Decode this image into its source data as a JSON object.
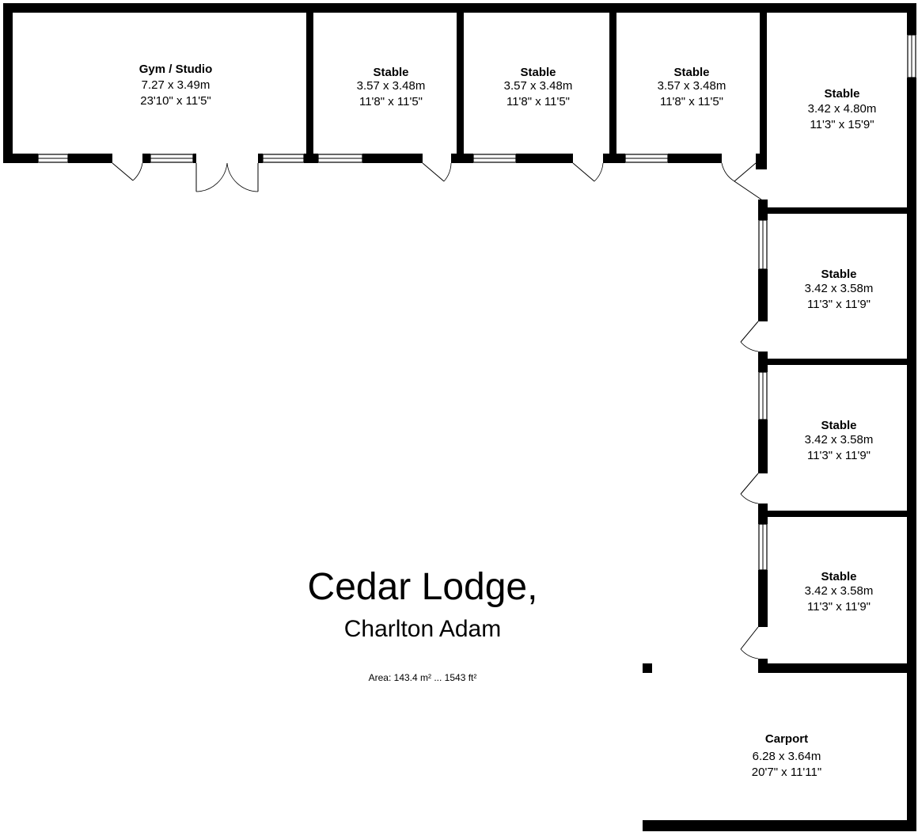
{
  "property": {
    "name": "Cedar Lodge,",
    "location": "Charlton Adam",
    "area": "Area: 143.4 m² ... 1543 ft²"
  },
  "rooms": [
    {
      "name": "Gym / Studio",
      "metric": "7.27 x 3.49m",
      "imperial": "23'10\" x 11'5\""
    },
    {
      "name": "Stable",
      "metric": "3.57 x 3.48m",
      "imperial": "11'8\" x 11'5\""
    },
    {
      "name": "Stable",
      "metric": "3.57 x 3.48m",
      "imperial": "11'8\" x 11'5\""
    },
    {
      "name": "Stable",
      "metric": "3.57 x 3.48m",
      "imperial": "11'8\" x 11'5\""
    },
    {
      "name": "Stable",
      "metric": "3.42 x 4.80m",
      "imperial": "11'3\" x 15'9\""
    },
    {
      "name": "Stable",
      "metric": "3.42 x 3.58m",
      "imperial": "11'3\" x 11'9\""
    },
    {
      "name": "Stable",
      "metric": "3.42 x 3.58m",
      "imperial": "11'3\" x 11'9\""
    },
    {
      "name": "Stable",
      "metric": "3.42 x 3.58m",
      "imperial": "11'3\" x 11'9\""
    },
    {
      "name": "Carport",
      "metric": "6.28 x 3.64m",
      "imperial": "20'7\" x 11'11\""
    }
  ]
}
